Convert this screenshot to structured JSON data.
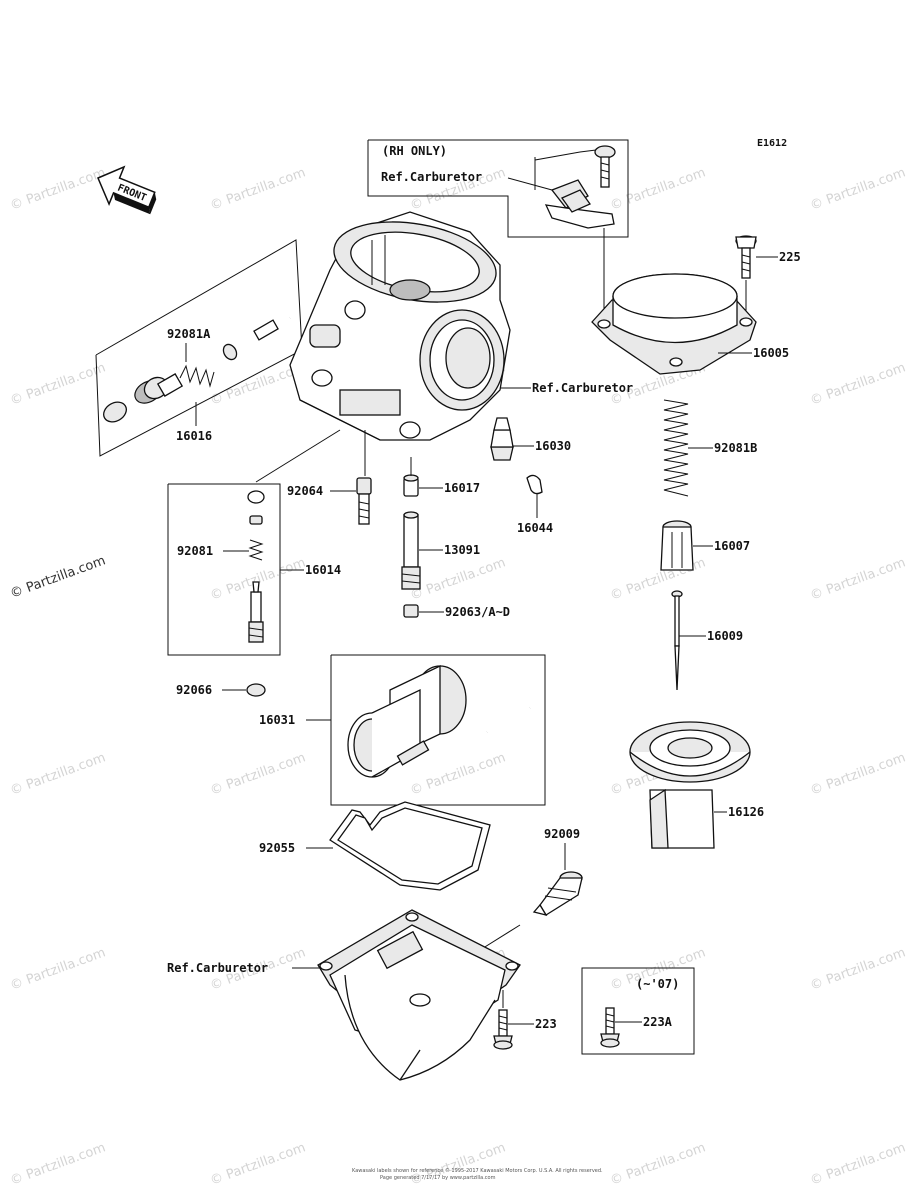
{
  "diagram_code": "E1612",
  "front_label": "FRONT",
  "watermark": "© Partzilla.com",
  "footnote_line1": "Kawasaki labels shown for reference © 1995-2017 Kawasaki Motors Corp. U.S.A. All rights reserved.",
  "footnote_line2": "Page generated 7/17/17 by www.partzilla.com",
  "rh_only": {
    "title": "(RH ONLY)",
    "ref": "Ref.Carburetor"
  },
  "kit_07": {
    "title": "(~'07)",
    "part": "223A"
  },
  "labels": {
    "p92081A": "92081A",
    "p16016": "16016",
    "p225": "225",
    "p16005": "16005",
    "ref_carb_mid": "Ref.Carburetor",
    "p16030": "16030",
    "p92081B": "92081B",
    "p92064": "92064",
    "p16017": "16017",
    "p16044": "16044",
    "p16007": "16007",
    "p92081": "92081",
    "p16014": "16014",
    "p13091": "13091",
    "p92063": "92063/A~D",
    "p16009": "16009",
    "p92066": "92066",
    "p16031": "16031",
    "p16126": "16126",
    "p92009": "92009",
    "p92055": "92055",
    "ref_carb_bottom": "Ref.Carburetor",
    "p223": "223"
  }
}
